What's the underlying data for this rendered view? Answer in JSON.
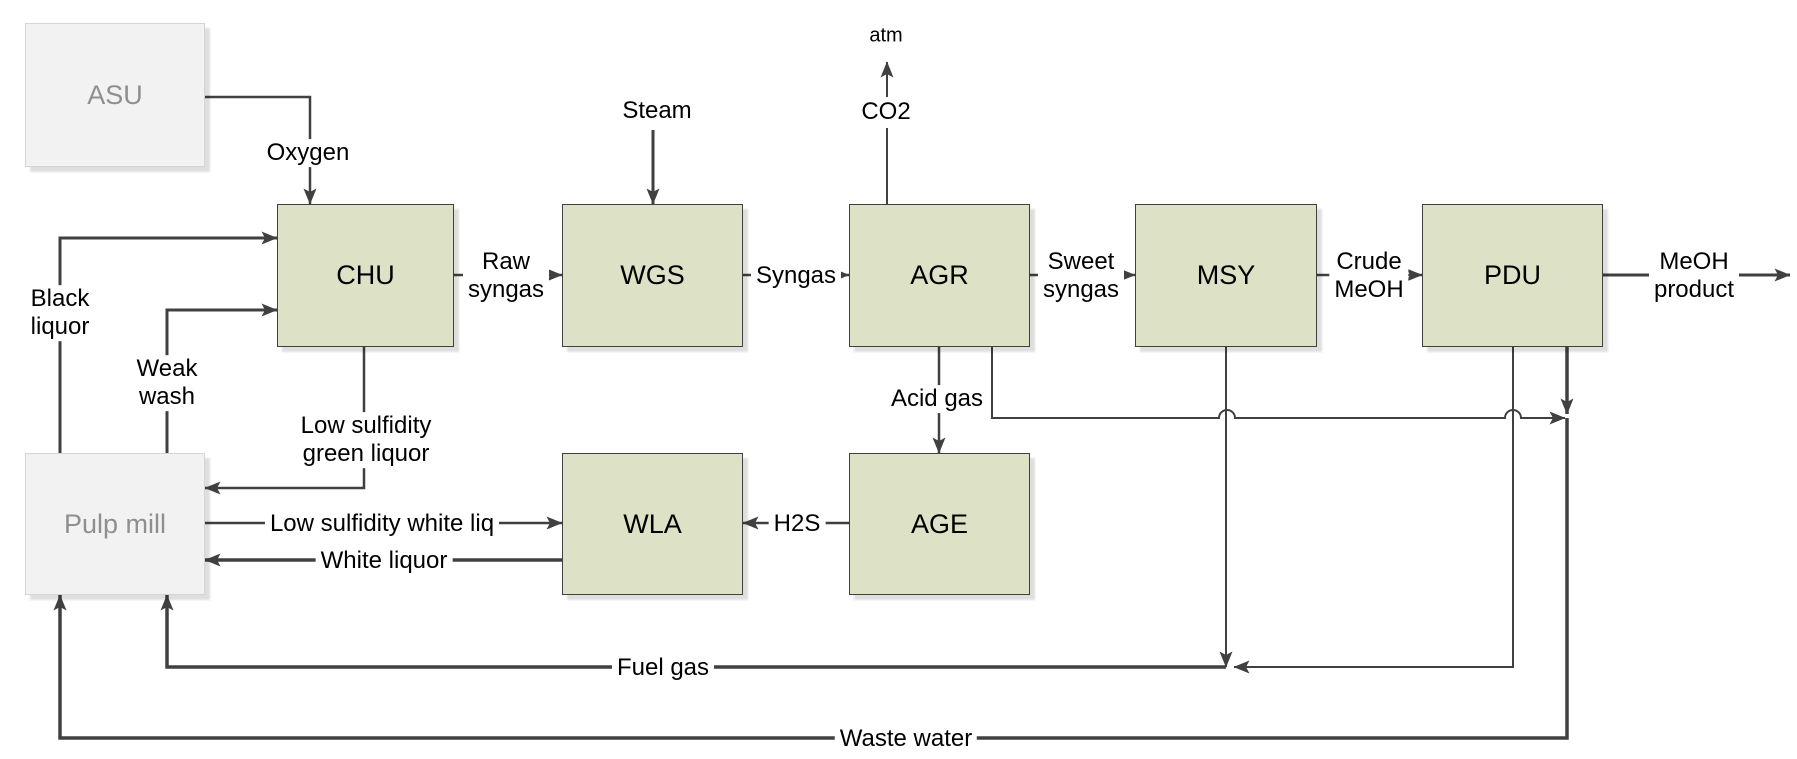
{
  "diagram": {
    "boxes": [
      {
        "id": "asu",
        "label": "ASU",
        "kind": "external"
      },
      {
        "id": "chu",
        "label": "CHU",
        "kind": "process"
      },
      {
        "id": "wgs",
        "label": "WGS",
        "kind": "process"
      },
      {
        "id": "agr",
        "label": "AGR",
        "kind": "process"
      },
      {
        "id": "msy",
        "label": "MSY",
        "kind": "process"
      },
      {
        "id": "pdu",
        "label": "PDU",
        "kind": "process"
      },
      {
        "id": "pulp_mill",
        "label": "Pulp mill",
        "kind": "external"
      },
      {
        "id": "wla",
        "label": "WLA",
        "kind": "process"
      },
      {
        "id": "age",
        "label": "AGE",
        "kind": "process"
      }
    ],
    "flows": {
      "oxygen": "Oxygen",
      "steam": "Steam",
      "atm": "atm",
      "co2": "CO2",
      "black_liquor": "Black\nliquor",
      "weak_wash": "Weak\nwash",
      "green_liquor": "Low sulfidity\ngreen liquor",
      "raw_syngas": "Raw\nsyngas",
      "syngas": "Syngas",
      "sweet_syngas": "Sweet\nsyngas",
      "crude_meoh": "Crude\nMeOH",
      "meoh_product": "MeOH\nproduct",
      "low_sulfidity_white_liq": "Low sulfidity white liq",
      "white_liquor": "White liquor",
      "h2s": "H2S",
      "acid_gas": "Acid gas",
      "fuel_gas": "Fuel gas",
      "waste_water": "Waste water"
    },
    "colors": {
      "process_box_fill": "#dde1c6",
      "process_box_border": "#404040",
      "external_box_fill": "#f2f2f2",
      "external_box_border": "#d4d4d4",
      "external_box_text": "#8f8f8f",
      "line": "#404040",
      "label_text": "#000000",
      "background": "#ffffff"
    }
  }
}
